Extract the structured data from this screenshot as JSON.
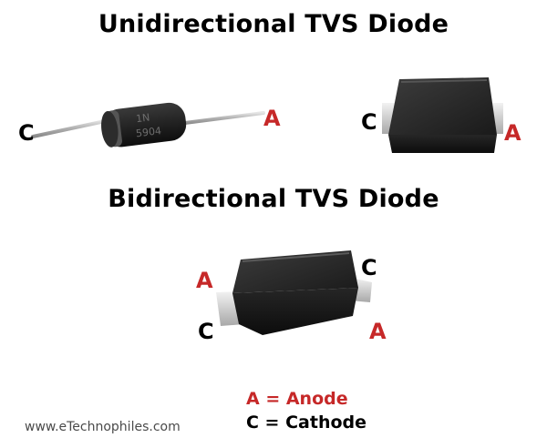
{
  "titles": {
    "unidirectional": "Unidirectional TVS Diode",
    "bidirectional": "Bidirectional TVS Diode"
  },
  "axial_diode": {
    "cathode_label": "C",
    "anode_label": "A",
    "body_marking_line1": "1N",
    "body_marking_line2": "5904"
  },
  "smd_unidirectional": {
    "cathode_label": "C",
    "anode_label": "A"
  },
  "smd_bidirectional": {
    "top_left_label": "A",
    "top_right_label": "C",
    "bottom_left_label": "C",
    "bottom_right_label": "A"
  },
  "legend": {
    "anode": "A = Anode",
    "cathode": "C = Cathode"
  },
  "watermark": "www.eTechnophiles.com",
  "colors": {
    "anode_label": "#c62828",
    "cathode_label": "#000000",
    "diode_body": "#1e1e1e",
    "lead": "#b8b8b8"
  }
}
